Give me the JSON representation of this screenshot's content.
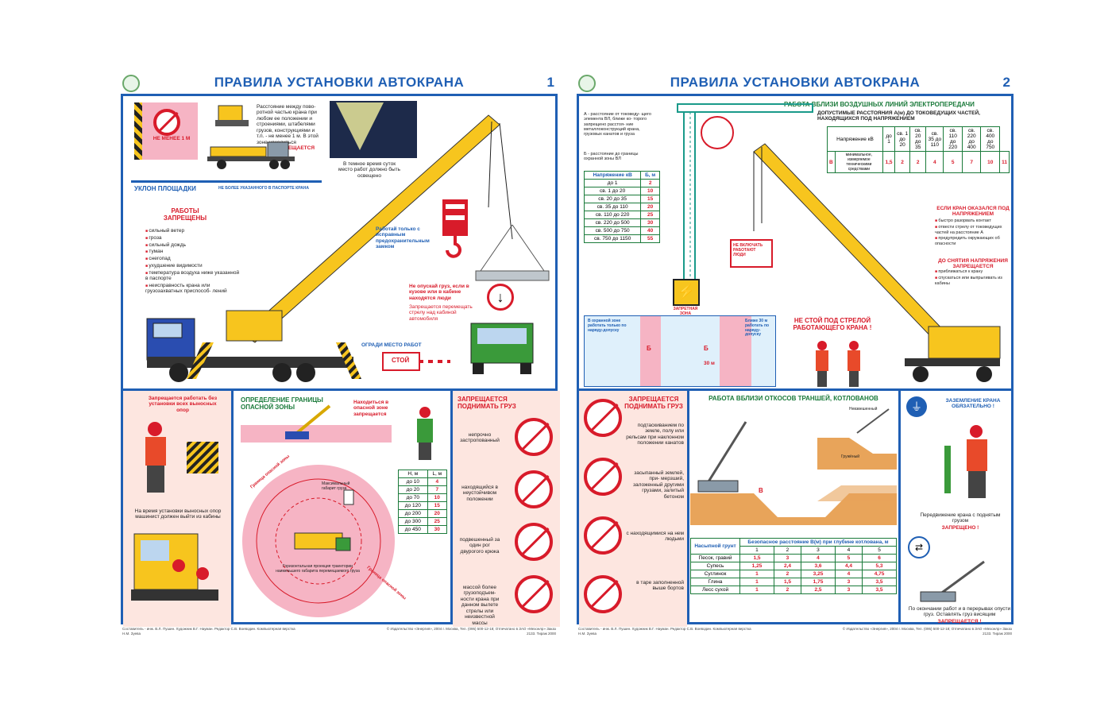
{
  "poster1": {
    "title": "ПРАВИЛА УСТАНОВКИ АВТОКРАНА",
    "number": "1",
    "distance_label": "НЕ МЕНЕЕ 1 М",
    "distance_text": "Расстояние между пово- ротной частью крана при любом ее положении и строениями, штабелями грузов, конструкциями и т.п. - не менее 1 м. В этой зоне находиться",
    "distance_forbidden": "ЗАПРЕЩАЕТСЯ",
    "night_text": "В темное время суток место работ должно быть освещено",
    "slope_label": "УКЛОН ПЛОЩАДКИ",
    "slope_note": "НЕ БОЛЕЕ УКАЗАННОГО В ПАСПОРТЕ КРАНА",
    "works_forbidden_title": "РАБОТЫ ЗАПРЕЩЕНЫ",
    "works_forbidden": [
      "сильный ветер",
      "гроза",
      "сильный дождь",
      "туман",
      "снегопад",
      "ухудшение видимости",
      "температура воздуха ниже указанной в паспорте",
      "неисправность крана или грузозахватных приспособ- лений"
    ],
    "tools_text": "Работай только с исправным предохранительным замком",
    "no_lift_people": "Не опускай груз, если в кузове или в кабине находятся люди",
    "no_move_over_cab": "Запрещается перемещать стрелу над кабиной автомобиля",
    "fence_label": "ОГРАДИ МЕСТО РАБОТ",
    "stop_sign": "СТОЙ",
    "panel_outriggers": "Запрещается работать без установки всех выносных опор",
    "panel_outriggers2": "На время установки выносных опор машинист должен выйти из кабины",
    "danger_zone_title": "ОПРЕДЕЛЕНИЕ ГРАНИЦЫ ОПАСНОЙ ЗОНЫ",
    "danger_zone_note": "Находиться в опасной зоне запрещается",
    "danger_zone_label1": "Граница опасной зоны",
    "danger_zone_label2": "Граница опасной зоны",
    "zone_inner_text": "Максимальный габарит груза",
    "zone_center_text": "Горизонтальная проекция траектории наименьшего габарита перемещаемого груза",
    "table_headers": [
      "H, м",
      "L, м"
    ],
    "table_rows": [
      [
        "до 10",
        "4"
      ],
      [
        "до 20",
        "7"
      ],
      [
        "до 70",
        "10"
      ],
      [
        "до 120",
        "15"
      ],
      [
        "до 200",
        "20"
      ],
      [
        "до 300",
        "25"
      ],
      [
        "до 450",
        "30"
      ]
    ],
    "lift_forbidden_title": "ЗАПРЕЩАЕТСЯ ПОДНИМАТЬ ГРУЗ",
    "lift_forbidden": [
      "непрочно застропованный",
      "находящийся в неустойчивом положении",
      "подвешенный за один рог двурогого крюка",
      "массой более грузоподъем- ности крана при данном вылете стрелы или неизвестной массы"
    ],
    "footer_left": "Составитель - инж. В.Л. Пушин. Художник В.Г. Науман. Редактор С.В. Воеводин. Компьютерная верстка Н.М. Зуева",
    "footer_right": "© Издательство «Энергия», 2004 г. Москва, Тел. (095) 500-12-18; Отпечатано в ЗАО «Мезонлр» Заказ 2133. Тираж 2000"
  },
  "poster2": {
    "title": "ПРАВИЛА УСТАНОВКИ АВТОКРАНА",
    "number": "2",
    "power_title": "РАБОТА ВБЛИЗИ ВОЗДУШНЫХ ЛИНИЙ ЭЛЕКТРОПЕРЕДАЧИ",
    "power_subtitle": "ДОПУСТИМЫЕ РАССТОЯНИЯ А(м) ДО ТОКОВЕДУЩИХ ЧАСТЕЙ, НАХОДЯЩИХСЯ ПОД НАПРЯЖЕНИЕМ",
    "def_a": "А - расстояние от токоведу- щего элемента ВЛ, ближе ко- торого запрещено расстоя- ние металлоконструкций крана, грузовых канатов и груза",
    "def_b": "Б - расстояние до границы охранной зоны ВЛ",
    "voltage_headers": [
      "Напряжение кВ",
      "Б, м"
    ],
    "voltage_rows": [
      [
        "до 1",
        "2"
      ],
      [
        "св. 1 до 20",
        "10"
      ],
      [
        "св. 20 до 35",
        "15"
      ],
      [
        "св. 35 до 110",
        "20"
      ],
      [
        "св. 110 до 220",
        "25"
      ],
      [
        "св. 220 до 500",
        "30"
      ],
      [
        "св. 500 до 750",
        "40"
      ],
      [
        "св. 750 до 1150",
        "55"
      ]
    ],
    "top_headers": [
      "Напряжение кВ",
      "до 1",
      "св. 1 до 20",
      "св. 20 до 35",
      "св. 35 до 110",
      "св. 110 до 220",
      "св. 220 до 400",
      "св. 400 до 750"
    ],
    "top_row_label": "В",
    "top_row_desc": "минимальное, измеряемое техническими средствами",
    "top_row_values": [
      "1,5",
      "2",
      "2",
      "4",
      "5",
      "7",
      "10",
      "11"
    ],
    "voltage_sign": "ЗАПРЕТНАЯ ЗОНА",
    "do_not_stand": "НЕ СТОЙ ПОД СТРЕЛОЙ РАБОТАЮЩЕГО КРАНА !",
    "hook_sign": "НЕ ВКЛЮЧАТЬ РАБОТАЮТ ЛЮДИ",
    "under_tension_title": "ЕСЛИ КРАН ОКАЗАЛСЯ ПОД НАПРЯЖЕНИЕМ",
    "under_tension": [
      "быстро разорвать контакт",
      "отвести стрелу от токоведущих частей на расстояние А",
      "предупредить окружающих об опасности"
    ],
    "until_off_title": "ДО СНЯТИЯ НАПРЯЖЕНИЯ ЗАПРЕЩАЕТСЯ",
    "until_off": [
      "приближаться к крану",
      "спускаться или выпрыгивать из кабины"
    ],
    "left_bottom_note1": "В охранной зоне работать только по наряду-допуску",
    "left_bottom_note2": "Ближе 30 м работать по наряду-допуску",
    "b_label": "Б",
    "thirty_label": "30 м",
    "trench_title": "РАБОТА ВБЛИЗИ ОТКОСОВ ТРАНШЕЙ, КОТЛОВАНОВ",
    "slope_label_a": "Невзвешенный",
    "slope_label_b": "Гружёный",
    "v_label": "В",
    "lift_forbidden_title": "ЗАПРЕЩАЕТСЯ ПОДНИМАТЬ ГРУЗ",
    "lift_forbidden": [
      "подтаскиванием по земле, полу или рельсам при наклонном положении канатов",
      "засыпанный землей, при- мерзший, заложенный другими грузами, залитый бетоном",
      "с находящимися на нем людьми",
      "в таре заполненной выше бортов"
    ],
    "soil_headers": [
      "Насыпной грунт",
      "Безопасное расстояние В(м) при глубине котлована, м"
    ],
    "soil_depths": [
      "1",
      "2",
      "3",
      "4",
      "5"
    ],
    "soil_rows": [
      [
        "Песок, гравий",
        "1,5",
        "3",
        "4",
        "5",
        "6"
      ],
      [
        "Супесь",
        "1,25",
        "2,4",
        "3,6",
        "4,4",
        "5,3"
      ],
      [
        "Суглинок",
        "1",
        "2",
        "3,25",
        "4",
        "4,75"
      ],
      [
        "Глина",
        "1",
        "1,5",
        "1,75",
        "3",
        "3,5"
      ],
      [
        "Лесс сухой",
        "1",
        "2",
        "2,5",
        "3",
        "3,5"
      ]
    ],
    "ground_title": "ЗАЗЕМЛЕНИЕ КРАНА ОБЯЗАТЕЛЬНО !",
    "move_note": "Передвижение крана с поднятым грузом",
    "move_forbidden": "ЗАПРЕЩЕНО !",
    "end_note": "По окончании работ и в перерывах опусти груз. Оставлять груз висящим",
    "end_forbidden": "ЗАПРЕЩАЕТСЯ !",
    "footer_left": "Составитель - инж. В.Л. Пушин. Художник В.Г. Науман. Редактор С.В. Воеводин. Компьютерная верстка Н.М. Зуева",
    "footer_right": "© Издательство «Энергия», 2004 г. Москва, Тел. (095) 500-12-18; Отпечатано в ЗАО «Мезонлр» Заказ 2133. Тираж 2000"
  },
  "colors": {
    "blue": "#1f5fb4",
    "red": "#d81b2a",
    "yellow": "#f7c51e",
    "pink": "#fde6e0",
    "green": "#1a7a3a"
  }
}
